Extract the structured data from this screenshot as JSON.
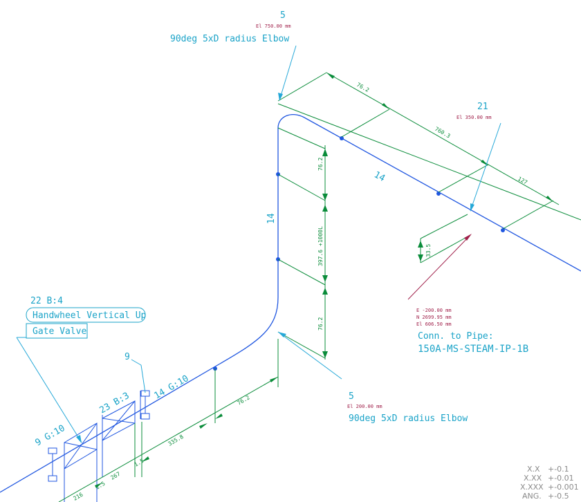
{
  "labels": {
    "elbow_top_num": "5",
    "elbow_top_el": "El 750.00 mm",
    "elbow_top_desc": "90deg 5xD radius Elbow",
    "elbow_bot_num": "5",
    "elbow_bot_el": "El 200.00 mm",
    "elbow_bot_desc": "90deg 5xD radius Elbow",
    "conn_num": "21",
    "conn_el": "El 350.00 mm",
    "conn_e": "E -200.00 mm",
    "conn_n": "N 2699.95 mm",
    "conn_el2": "El 606.50 mm",
    "conn_line1": "Conn. to Pipe:",
    "conn_line2": "150A-MS-STEAM-IP-1B",
    "pipe_num_vertical": "14",
    "pipe_num_top": "14",
    "valve_ref": "22 B:4",
    "handwheel": "Handwheel Vertical Up",
    "gate_valve": "Gate Valve",
    "flange_ref": "9",
    "comp_9g10": "9 G:10",
    "comp_23b3": "23 B:3",
    "comp_14g10": "14 G:10"
  },
  "dims": {
    "d_76_2_top": "76.2",
    "d_760_3": "760.3",
    "d_127": "127",
    "d_76_2_vert": "76.2",
    "d_397_6": "397.6 +1000L",
    "d_76_2_low": "76.2",
    "d_33_5": "33.5",
    "d_76_2_horiz": "76.2",
    "d_335_8": "335.8",
    "d_1_5_a": "1.5",
    "d_267": "267",
    "d_1_5_b": "1.5",
    "d_216": "216"
  },
  "tolerances": [
    {
      "label": "X.X",
      "value": "+-0.1"
    },
    {
      "label": "X.XX",
      "value": "+-0.01"
    },
    {
      "label": "X.XXX",
      "value": "+-0.001"
    },
    {
      "label": "ANG.",
      "value": "+-0.5"
    }
  ],
  "colors": {
    "pipe": "#1f56e0",
    "dimension": "#0a8c3a",
    "annotation": "#1aa3c8",
    "elevation": "#a0204a"
  }
}
